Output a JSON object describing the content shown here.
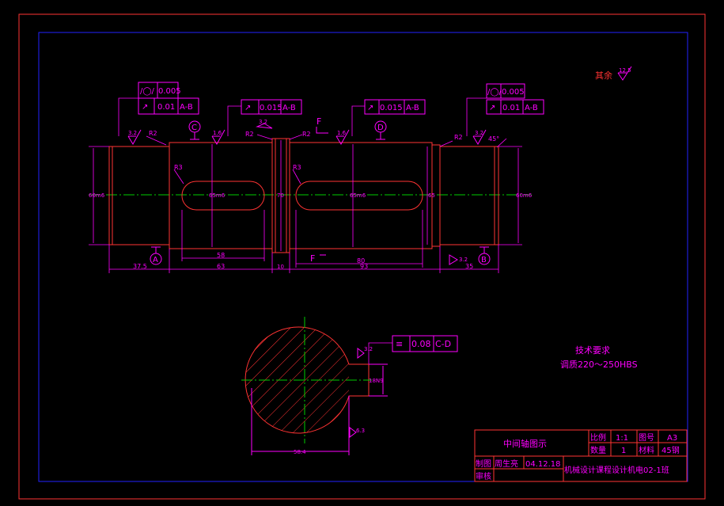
{
  "colors": {
    "frame": "#ff3333",
    "inner_frame": "#2222ff",
    "dim": "#ff00ff",
    "part": "#ff3333",
    "center": "#00cc00",
    "hatch": "#ff3333",
    "bg": "#000000"
  },
  "roughness": {
    "rest_label": "其余",
    "rest_value": "12.5"
  },
  "tolerance_frames": [
    {
      "symbol": "/◯/",
      "value": "0.005",
      "datum": ""
    },
    {
      "symbol": "↗",
      "value": "0.01",
      "datum": "A-B"
    },
    {
      "symbol": "↗",
      "value": "0.015",
      "datum": "A-B"
    },
    {
      "symbol": "↗",
      "value": "0.015",
      "datum": "A-B"
    },
    {
      "symbol": "/◯/",
      "value": "0.005",
      "datum": ""
    },
    {
      "symbol": "↗",
      "value": "0.01",
      "datum": "A-B"
    },
    {
      "symbol": "≡",
      "value": "0.08",
      "datum": "C-D"
    }
  ],
  "datum_labels": {
    "a": "A",
    "b": "B",
    "c": "C",
    "d": "D"
  },
  "surface_finish": {
    "r1": "3.2",
    "r2": "1.6",
    "r3": "3.2",
    "r4": "1.6",
    "r5": "3.2",
    "r6": "3.2",
    "r7": "3.2",
    "r8": "6.3"
  },
  "radius_labels": {
    "r1": "R2",
    "r2": "R3",
    "r3": "R2",
    "r4": "R2",
    "r5": "R3",
    "r6": "R2"
  },
  "chamfer": "45°",
  "f_labels": {
    "top": "F",
    "bottom": "F"
  },
  "diameters": {
    "d1": "60m6",
    "d2": "65m6",
    "d3": "70",
    "d4": "65m6",
    "d5": "65",
    "d6": "60m6"
  },
  "lengths": {
    "l1": "37.5",
    "l2": "58",
    "l3": "63",
    "l4": "10",
    "l5": "80",
    "l6": "93",
    "l7": "35"
  },
  "section": {
    "width": "58.4",
    "keyway": "18N9"
  },
  "tech": {
    "title": "技术要求",
    "line1": "调质220～250HBS"
  },
  "title_block": {
    "name": "中间轴图示",
    "scale_label": "比例",
    "scale": "1:1",
    "drawing_no_label": "图号",
    "drawing_no": "A3",
    "qty_label": "数量",
    "qty": "1",
    "material_label": "材料",
    "material": "45钢",
    "drawn_label": "制图",
    "drawer": "周生亮",
    "date": "04.12.18",
    "check_label": "审核",
    "course": "机械设计课程设计机电02-1班"
  }
}
